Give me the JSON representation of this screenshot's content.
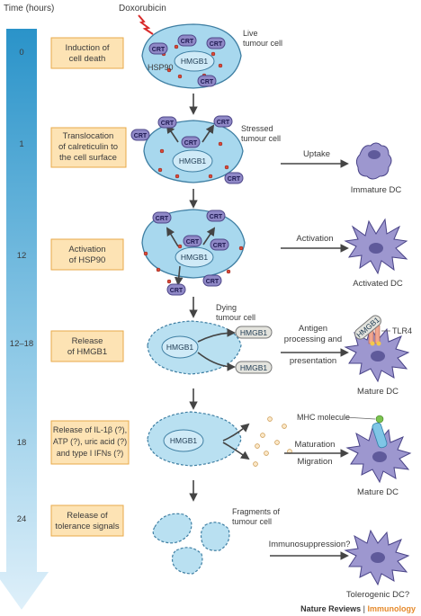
{
  "header": {
    "time_label": "Time (hours)",
    "drug": "Doxorubicin"
  },
  "stages": [
    {
      "time": "0",
      "box": [
        "Induction of",
        "cell death"
      ]
    },
    {
      "time": "1",
      "box": [
        "Translocation",
        "of calreticulin to",
        "the cell surface"
      ]
    },
    {
      "time": "12",
      "box": [
        "Activation",
        "of HSP90"
      ]
    },
    {
      "time": "12–18",
      "box": [
        "Release",
        "of HMGB1"
      ]
    },
    {
      "time": "18",
      "box": [
        "Release of IL-1β (?),",
        "ATP (?), uric acid (?)",
        "and type I IFNs (?)"
      ]
    },
    {
      "time": "24",
      "box": [
        "Release of",
        "tolerance signals"
      ]
    }
  ],
  "cell_labels": {
    "live": [
      "Live",
      "tumour cell"
    ],
    "stressed": [
      "Stressed",
      "tumour cell"
    ],
    "dying": [
      "Dying",
      "tumour cell"
    ],
    "fragments": [
      "Fragments of",
      "tumour cell"
    ]
  },
  "molecules": {
    "crt": "CRT",
    "hmgb1": "HMGB1",
    "hsp90": "HSP90",
    "tlr4": "TLR4",
    "mhc": "MHC molecule"
  },
  "process_labels": {
    "uptake": "Uptake",
    "activation": "Activation",
    "antigen": [
      "Antigen",
      "processing and",
      "presentation"
    ],
    "maturation": "Maturation",
    "migration": "Migration",
    "immunosuppression": "Immunosuppression?"
  },
  "dc_labels": [
    "Immature DC",
    "Activated DC",
    "Mature DC",
    "Mature DC",
    "Tolerogenic DC?"
  ],
  "footer": {
    "journal": "Nature Reviews",
    "separator": " | ",
    "subject": "Immunology"
  },
  "colors": {
    "timeline": "#2a93c9",
    "box": "#fde3b4",
    "cell": "#a8d8ee",
    "crt": "#8f88c6",
    "dc": "#9d97cf",
    "footer_accent": "#e58a2c"
  }
}
